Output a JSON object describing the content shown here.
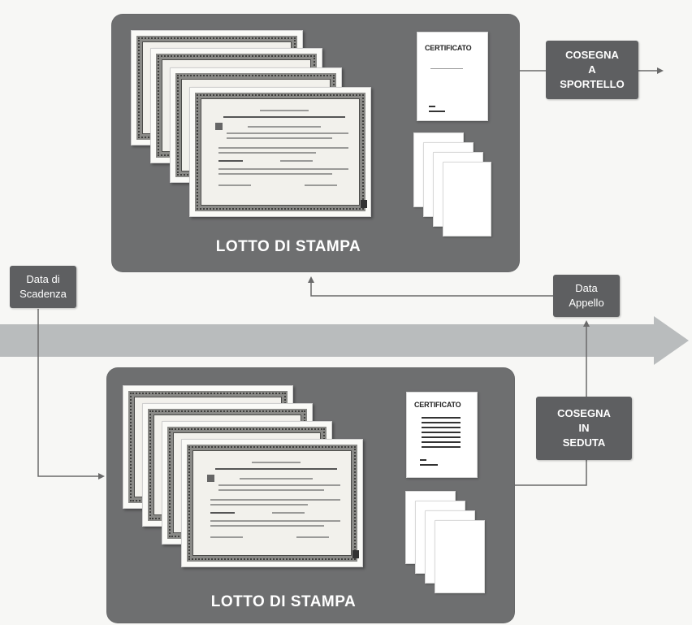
{
  "top_panel": {
    "label": "LOTTO DI STAMPA",
    "certificate_title": "CERTIFICATO"
  },
  "bottom_panel": {
    "label": "LOTTO DI STAMPA",
    "certificate_title": "CERTIFICATO"
  },
  "boxes": {
    "consegna_sportello": [
      "COSEGNA",
      "A",
      "SPORTELLO"
    ],
    "consegna_seduta": [
      "COSEGNA",
      "IN",
      "SEDUTA"
    ],
    "data_scadenza": [
      "Data di",
      "Scadenza"
    ],
    "data_appello": [
      "Data",
      "Appello"
    ]
  },
  "colors": {
    "panel": "#6e6f70",
    "label_box": "#5e5f61",
    "timeline_arrow": "#b9bcbd",
    "connector": "#6a6a6a"
  },
  "icons": {
    "diploma": "diploma-icon",
    "certificate": "certificate-document-icon",
    "blank_pages": "blank-pages-icon"
  }
}
